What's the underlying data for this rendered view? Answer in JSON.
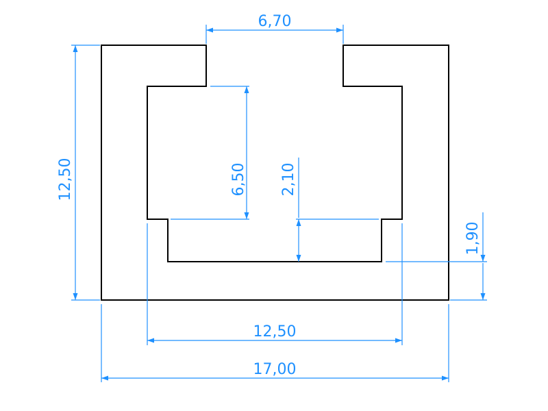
{
  "colors": {
    "outline": "#000000",
    "dimension": "#1e90ff",
    "background": "#ffffff"
  },
  "dimensions": {
    "slot_width": "6,70",
    "overall_height": "12,50",
    "inner_depth": "6,50",
    "step_height": "2,10",
    "base_thickness": "1,90",
    "inner_width": "12,50",
    "overall_width": "17,00"
  }
}
